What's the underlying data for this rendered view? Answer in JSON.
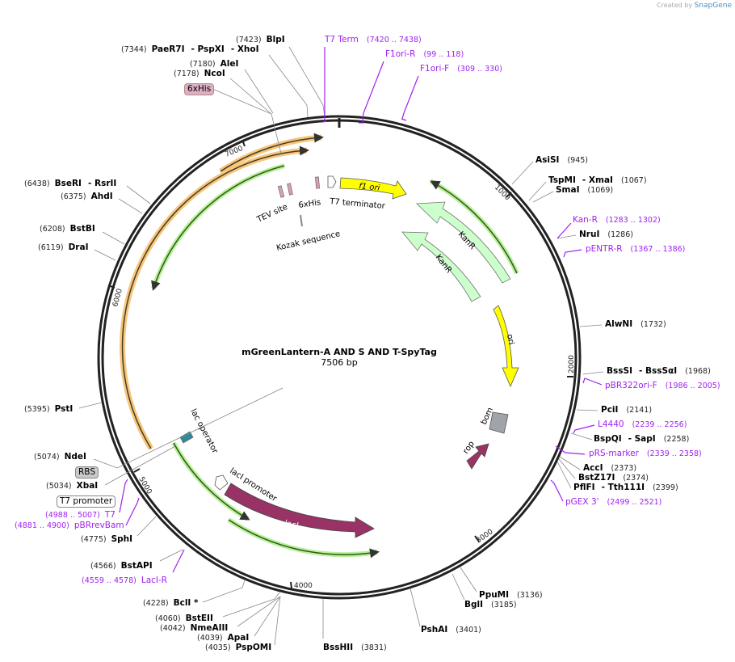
{
  "credit": {
    "prefix": "Created by",
    "brand": "SnapGene"
  },
  "plasmid": {
    "name": "mGreenLantern-A AND S AND T-SpyTag",
    "length": "7506 bp"
  },
  "ticks": [
    "1000",
    "2000",
    "3000",
    "4000",
    "5000",
    "6000",
    "7000"
  ],
  "enzymes": [
    {
      "pos": "(7423)",
      "name": "BlpI"
    },
    {
      "pos": "(7344)",
      "name": "PaeR7I",
      "alt": "- PspXI",
      "alt2": "- XhoI"
    },
    {
      "pos": "(7180)",
      "name": "AleI"
    },
    {
      "pos": "(7178)",
      "name": "NcoI"
    },
    {
      "pos": "(6438)",
      "name": "BseRI",
      "alt": "- RsrII"
    },
    {
      "pos": "(6375)",
      "name": "AhdI"
    },
    {
      "pos": "(6208)",
      "name": "BstBI"
    },
    {
      "pos": "(6119)",
      "name": "DraI"
    },
    {
      "pos": "(5395)",
      "name": "PstI"
    },
    {
      "pos": "(5074)",
      "name": "NdeI"
    },
    {
      "pos": "(5034)",
      "name": "XbaI"
    },
    {
      "pos": "(4775)",
      "name": "SphI"
    },
    {
      "pos": "(4566)",
      "name": "BstAPI"
    },
    {
      "pos": "(4228)",
      "name": "BclI *"
    },
    {
      "pos": "(4060)",
      "name": "BstEII"
    },
    {
      "pos": "(4042)",
      "name": "NmeAIII"
    },
    {
      "pos": "(4039)",
      "name": "ApaI"
    },
    {
      "pos": "(4035)",
      "name": "PspOMI"
    },
    {
      "pos": "(3831)",
      "name": "BssHII"
    },
    {
      "pos": "(3401)",
      "name": "PshAI"
    },
    {
      "pos": "(3185)",
      "name": "BglI"
    },
    {
      "pos": "(3136)",
      "name": "PpuMI"
    },
    {
      "pos": "(945)",
      "name": "AsiSI"
    },
    {
      "pos": "(1067)",
      "name": "TspMI",
      "alt": "- XmaI"
    },
    {
      "pos": "(1069)",
      "name": "SmaI"
    },
    {
      "pos": "(1286)",
      "name": "NruI"
    },
    {
      "pos": "(1732)",
      "name": "AlwNI"
    },
    {
      "pos": "(1968)",
      "name": "BssSI",
      "alt": "- BssSαI"
    },
    {
      "pos": "(2141)",
      "name": "PciI"
    },
    {
      "pos": "(2258)",
      "name": "BspQI",
      "alt": "- SapI"
    },
    {
      "pos": "(2373)",
      "name": "AccI"
    },
    {
      "pos": "(2374)",
      "name": "BstZ17I"
    },
    {
      "pos": "(2399)",
      "name": "PflFI",
      "alt": "- Tth111I"
    }
  ],
  "primers": [
    {
      "name": "T7 Term",
      "range": "(7420 .. 7438)"
    },
    {
      "name": "F1ori-R",
      "range": "(99 .. 118)"
    },
    {
      "name": "F1ori-F",
      "range": "(309 .. 330)"
    },
    {
      "name": "Kan-R",
      "range": "(1283 .. 1302)"
    },
    {
      "name": "pENTR-R",
      "range": "(1367 .. 1386)"
    },
    {
      "name": "pBR322ori-F",
      "range": "(1986 .. 2005)"
    },
    {
      "name": "L4440",
      "range": "(2239 .. 2256)"
    },
    {
      "name": "pRS-marker",
      "range": "(2339 .. 2358)"
    },
    {
      "name": "pGEX 3'",
      "range": "(2499 .. 2521)"
    },
    {
      "name": "T7",
      "range": "(4988 .. 5007)"
    },
    {
      "name": "pBRrevBam",
      "range": "(4881 .. 4900)"
    },
    {
      "name": "LacI-R",
      "range": "(4559 .. 4578)"
    }
  ],
  "boxed_features": {
    "his": "6xHis",
    "rbs": "RBS",
    "t7promoter": "T7 promoter"
  },
  "features": {
    "f1ori": "f1 ori",
    "ori": "ori",
    "kanr1": "KanR",
    "kanr2": "KanR",
    "laci": "lacI",
    "bom": "bom",
    "rop": "rop",
    "tev": "TEV site",
    "his": "6xHis",
    "t7term": "T7 terminator",
    "kozak": "Kozak sequence",
    "lacop": "lac operator",
    "lacipromoter": "lacI promoter"
  },
  "colors": {
    "backbone": "#222222",
    "primer": "#a020f0",
    "orange": "#f5b74e",
    "green": "#9fe07a",
    "yellow": "#ffff00",
    "kanr": "#ccffcc",
    "laci": "#993366",
    "bom": "#a0a4a8"
  }
}
